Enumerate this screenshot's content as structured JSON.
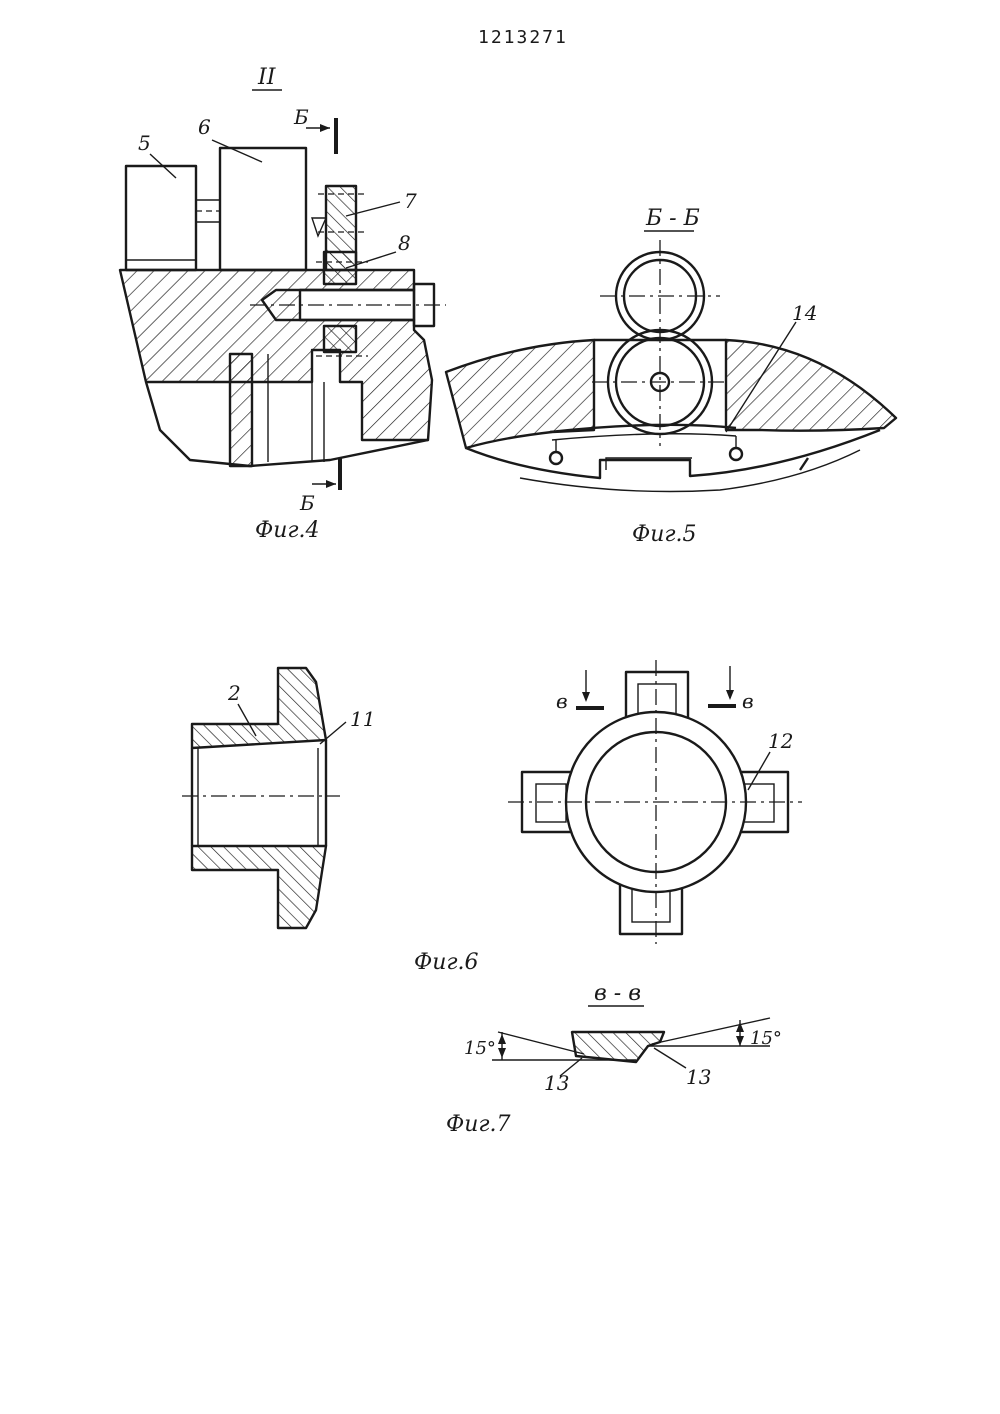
{
  "document": {
    "patent_number": "1213271",
    "view_marker": "II"
  },
  "figures": {
    "fig4": {
      "caption": "Фиг.4",
      "labels": {
        "part5": "5",
        "part6": "6",
        "part7": "7",
        "part8": "8"
      },
      "section_mark_top": "Б",
      "section_mark_bottom": "Б"
    },
    "fig5": {
      "caption": "Фиг.5",
      "section_title": "Б - Б",
      "labels": {
        "part14": "14"
      }
    },
    "fig6": {
      "caption": "Фиг.6",
      "labels": {
        "part2": "2",
        "part11": "11",
        "part12": "12"
      },
      "section_mark_left": "в",
      "section_mark_right": "в"
    },
    "fig7": {
      "caption": "Фиг.7",
      "section_title": "в - в",
      "angle_left": "15°",
      "angle_right": "15°",
      "labels": {
        "part13_left": "13",
        "part13_right": "13"
      }
    }
  }
}
